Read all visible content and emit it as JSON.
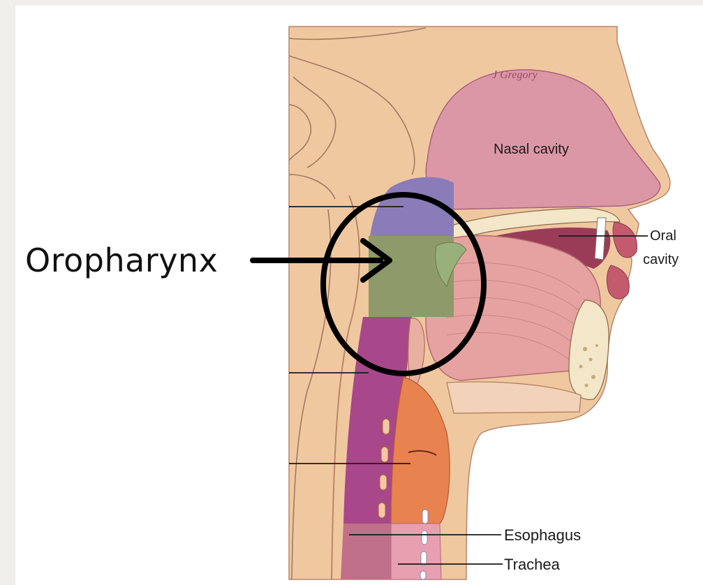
{
  "callout": {
    "label": "Oropharynx"
  },
  "labels": {
    "nasal_cavity": "Nasal cavity",
    "oral_cavity_line1": "Oral",
    "oral_cavity_line2": "cavity",
    "esophagus": "Esophagus",
    "trachea": "Trachea"
  },
  "signature": "J Gregory",
  "colors": {
    "skin": "#f0c8a0",
    "nasopharynx": "#8a7cb8",
    "oropharynx": "#8e9a6a",
    "laryngopharynx": "#a8478a",
    "larynx": "#e8824e",
    "tongue": "#e6a2a0",
    "nasal_cavity": "#dc97a6",
    "annotation": "#000000"
  }
}
